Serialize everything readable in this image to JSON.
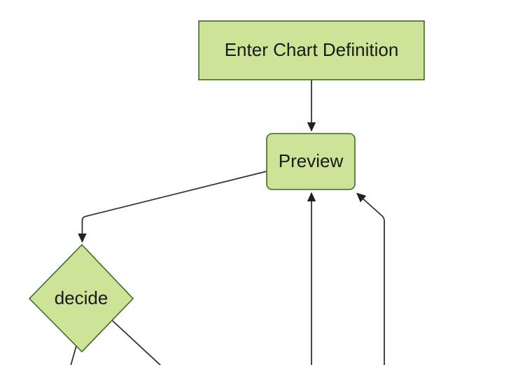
{
  "diagram": {
    "type": "flowchart",
    "direction": "top-down",
    "nodes": [
      {
        "id": "A",
        "label": "Enter Chart Definition",
        "shape": "rectangle"
      },
      {
        "id": "B",
        "label": "Preview",
        "shape": "rounded-rectangle"
      },
      {
        "id": "C",
        "label": "decide",
        "shape": "diamond"
      }
    ],
    "edges": [
      {
        "from": "A",
        "to": "B",
        "arrow": true
      },
      {
        "from": "B",
        "to": "C",
        "arrow": true
      },
      {
        "from": "C",
        "to": "offscreen-bottom-left",
        "arrow": false
      },
      {
        "from": "C",
        "to": "offscreen-bottom-right",
        "arrow": false
      },
      {
        "from": "offscreen-bottom",
        "to": "B",
        "arrow": true
      },
      {
        "from": "offscreen-bottom-right",
        "to": "B",
        "arrow": true
      }
    ],
    "theme": {
      "node_fill": "#cde498",
      "node_stroke": "#3e6b28",
      "edge_color": "#333333",
      "arrow_color": "#222222",
      "label_color": "#1a1a1a",
      "background": "#ffffff"
    }
  }
}
